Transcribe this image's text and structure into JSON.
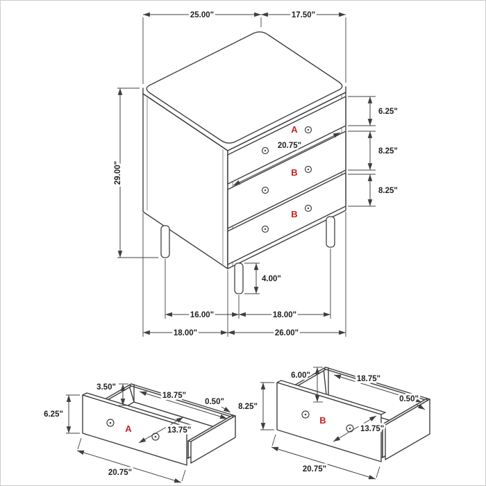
{
  "colors": {
    "line": "#3f3f3f",
    "label_accent": "#c62222",
    "background": "#ffffff"
  },
  "main_view": {
    "drawer_labels": {
      "top": "A",
      "middle": "B",
      "bottom": "B"
    },
    "dims": {
      "top_width": "25.00\"",
      "top_depth": "17.50\"",
      "overall_height": "29.00\"",
      "top_drawer_height": "6.25\"",
      "middle_drawer_height": "8.25\"",
      "bottom_drawer_height": "8.25\"",
      "drawer_width": "20.75\"",
      "leg_height": "4.00\"",
      "front_leg_span": "16.00\"",
      "side_leg_span": "18.00\"",
      "base_depth": "18.00\"",
      "base_width": "26.00\""
    }
  },
  "drawer_a": {
    "label": "A",
    "dims": {
      "wall_height": "3.50\"",
      "inner_length": "18.75\"",
      "wall_thickness": "0.50\"",
      "inner_depth": "13.75\"",
      "front_height": "6.25\"",
      "front_width": "20.75\""
    }
  },
  "drawer_b": {
    "label": "B",
    "dims": {
      "wall_height": "6.00\"",
      "inner_length": "18.75\"",
      "wall_thickness": "0.50\"",
      "inner_depth": "13.75\"",
      "front_height": "8.25\"",
      "front_width": "20.75\""
    }
  }
}
